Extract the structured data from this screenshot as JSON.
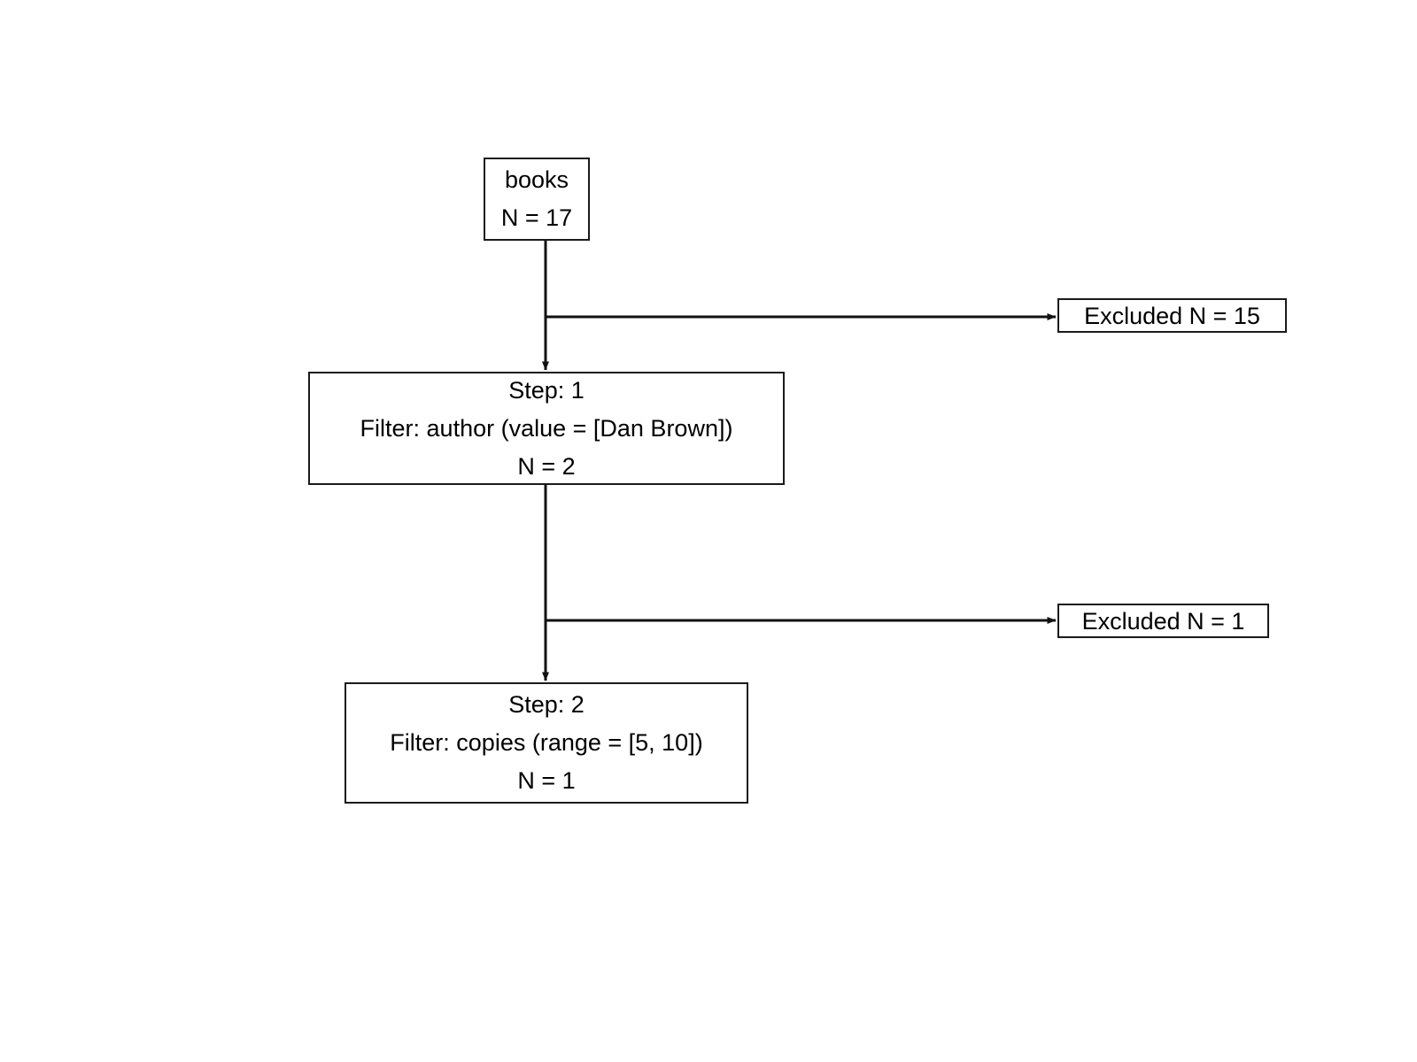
{
  "diagram": {
    "type": "flowchart",
    "orientation": "top-down",
    "background_color": "#ffffff",
    "stroke_color": "#1a1a1a",
    "text_color": "#000000",
    "nodes": {
      "source": {
        "label": "books",
        "count_label": "N = 17",
        "n": 17
      },
      "step_1": {
        "step_label": "Step: 1",
        "filter_label": "Filter: author (value = [Dan Brown])",
        "count_label": "N = 2",
        "step": 1,
        "field": "author",
        "value": "[Dan Brown]",
        "n": 2
      },
      "step_2": {
        "step_label": "Step: 2",
        "filter_label": "Filter: copies (range = [5, 10])",
        "count_label": "N = 1",
        "step": 2,
        "field": "copies",
        "range": "[5, 10]",
        "n": 1
      },
      "excluded_1": {
        "label": "Excluded N = 15",
        "n": 15
      },
      "excluded_2": {
        "label": "Excluded N = 1",
        "n": 1
      }
    }
  }
}
